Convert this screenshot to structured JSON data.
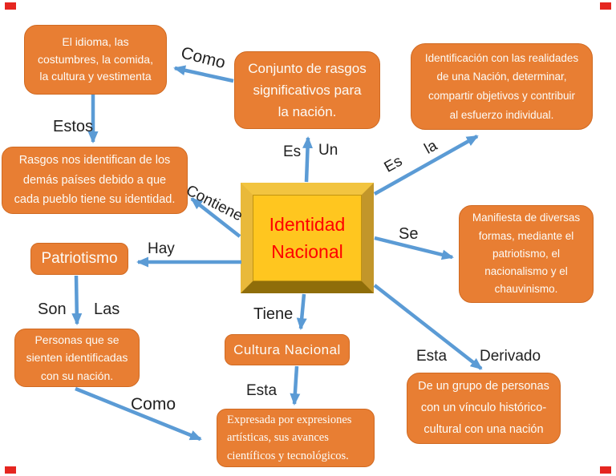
{
  "diagram_title": "Identidad Nacional",
  "center_node": {
    "text": "Identidad\nNacional"
  },
  "nodes": {
    "idioma": {
      "text": "El idioma, las\ncostumbres, la comida,\nla cultura y vestimenta"
    },
    "conjunto": {
      "text": "Conjunto de rasgos\nsignificativos para\nla nación."
    },
    "identificacion": {
      "text": "Identificación con las realidades\nde una Nación, determinar,\ncompartir objetivos y contribuir\nal esfuerzo individual."
    },
    "rasgos": {
      "text": "Rasgos nos identifican de los\ndemás países debido a que\ncada pueblo tiene su identidad."
    },
    "patriotismo": {
      "text": "Patriotismo"
    },
    "personas": {
      "text": "Personas que se\nsienten identificadas\ncon su nación."
    },
    "manifiesta": {
      "text": "Manifiesta de diversas\nformas, mediante el\npatriotismo, el\nnacionalismo y el\nchauvinismo."
    },
    "cultura": {
      "text": "Cultura Nacional"
    },
    "expresada": {
      "text": "Expresada por expresiones\nartísticas, sus avances\ncientíficos y tecnológicos."
    },
    "derivado": {
      "text": "De un grupo de personas\ncon un vínculo histórico-\ncultural con una nación"
    }
  },
  "labels": {
    "como_top": "Como",
    "estos": "Estos",
    "es_center": "Es",
    "un": "Un",
    "es_diagonal": "Es",
    "la_diagonal": "la",
    "contiene": "Contiene",
    "hay": "Hay",
    "son": "Son",
    "las": "Las",
    "tiene": "Tiene",
    "se": "Se",
    "esta_center": "Esta",
    "esta_right": "Esta",
    "derivado": "Derivado",
    "como_bottom": "Como"
  },
  "connections": [
    {
      "from": "center",
      "label": "Es Un",
      "to": "conjunto"
    },
    {
      "from": "conjunto",
      "label": "Como",
      "to": "idioma"
    },
    {
      "from": "idioma",
      "label": "Estos",
      "to": "rasgos"
    },
    {
      "from": "center",
      "label": "Es la",
      "to": "identificacion"
    },
    {
      "from": "center",
      "label": "Contiene",
      "to": "rasgos"
    },
    {
      "from": "center",
      "label": "Hay",
      "to": "patriotismo"
    },
    {
      "from": "patriotismo",
      "label": "Son Las",
      "to": "personas"
    },
    {
      "from": "personas",
      "label": "Como",
      "to": "expresada"
    },
    {
      "from": "center",
      "label": "Se",
      "to": "manifiesta"
    },
    {
      "from": "center",
      "label": "Tiene",
      "to": "cultura"
    },
    {
      "from": "cultura",
      "label": "Esta",
      "to": "expresada"
    },
    {
      "from": "center",
      "label": "Esta Derivado",
      "to": "derivado"
    }
  ],
  "colors": {
    "node_fill": "#E87E33",
    "node_border": "#D06A22",
    "node_text": "#FCFBF7",
    "arrow": "#5B9BD5",
    "label_text": "#212121",
    "center_fill": "#FFC61F",
    "center_bevel_light": "#F2C440",
    "center_bevel_dark": "#8F6D0A",
    "center_text": "#FF0000",
    "corner_mark": "#E52620"
  }
}
